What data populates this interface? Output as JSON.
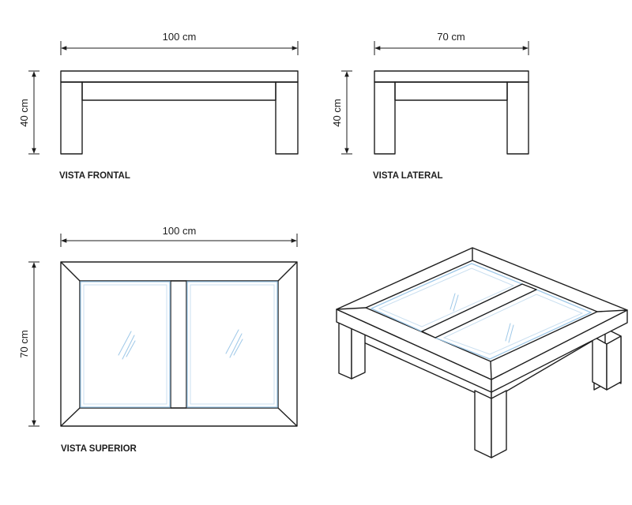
{
  "views": {
    "front": {
      "label": "VISTA FRONTAL",
      "width": "100 cm",
      "height": "40 cm"
    },
    "side": {
      "label": "VISTA LATERAL",
      "width": "70 cm",
      "height": "40 cm"
    },
    "top": {
      "label": "VISTA SUPERIOR",
      "width": "100 cm",
      "depth": "70 cm"
    }
  },
  "colors": {
    "line": "#1e1e1e",
    "glass": "#9ec8e8",
    "background": "#ffffff"
  }
}
